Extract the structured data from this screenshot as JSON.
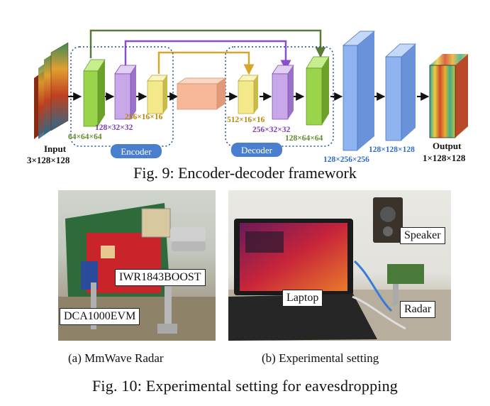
{
  "fig9": {
    "caption": "Fig. 9: Encoder-decoder framework",
    "input_label": "Input",
    "input_dims": "3×128×128",
    "output_label": "Output",
    "output_dims": "1×128×128",
    "encoder_label": "Encoder",
    "decoder_label": "Decoder",
    "dims": {
      "enc1": "64×64×64",
      "enc2": "128×32×32",
      "enc3": "256×16×16",
      "dec1": "512×16×16",
      "dec2": "256×32×32",
      "dec3": "128×64×64",
      "fc1": "128×256×256",
      "fc2": "128×128×128"
    },
    "colors": {
      "green": "#9ad44a",
      "purple": "#c9a8ea",
      "yellow": "#f4e98a",
      "peach": "#f7b89a",
      "blue": "#8fb3ee",
      "skip_green": "#5a7a3a",
      "skip_purple": "#8a4fc9",
      "skip_gold": "#d4a72c",
      "dim_green": "#5e8a2c",
      "dim_purple": "#7a3fb0",
      "dim_gold": "#b8860b",
      "dim_blue": "#2e6bbf",
      "badge_blue": "#4a7fd0"
    }
  },
  "fig10": {
    "caption": "Fig. 10: Experimental setting for eavesdropping",
    "sub_a": "(a) MmWave Radar",
    "sub_b": "(b) Experimental setting",
    "labels_a": {
      "board": "IWR1843BOOST",
      "capture": "DCA1000EVM"
    },
    "labels_b": {
      "speaker": "Speaker",
      "laptop": "Laptop",
      "radar": "Radar"
    }
  }
}
